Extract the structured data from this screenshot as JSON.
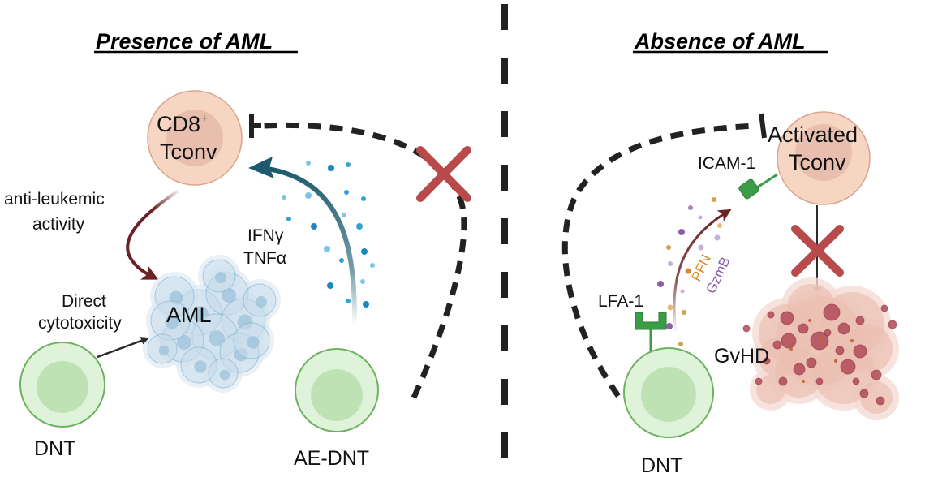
{
  "panels": {
    "left": {
      "title": "Presence of AML",
      "cells": {
        "tconv": {
          "line1": "CD8",
          "sup": "+",
          "line2": "Tconv"
        },
        "aml": "AML",
        "dnt": "DNT",
        "ae_dnt": "AE-DNT"
      },
      "labels": {
        "anti_leukemic_1": "anti-leukemic",
        "anti_leukemic_2": "activity",
        "direct_1": "Direct",
        "direct_2": "cytotoxicity",
        "cytokine_1": "IFNγ",
        "cytokine_2": "TNFα"
      }
    },
    "right": {
      "title": "Absence of AML",
      "cells": {
        "tconv": {
          "line1": "Activated",
          "line2": "Tconv"
        },
        "dnt": "DNT",
        "gvhd": "GvHD"
      },
      "labels": {
        "icam": "ICAM-1",
        "lfa": "LFA-1",
        "pfn": "PFN",
        "gzmb": "GzmB"
      }
    }
  },
  "colors": {
    "tconv_fill": "#f6d5c3",
    "tconv_nucleus": "#e8bfae",
    "tconv_stroke": "#d9a58c",
    "dnt_fill": "#dff3da",
    "dnt_nucleus": "#bfe2b5",
    "dnt_stroke": "#6fb062",
    "inhibit_x": "#b84a4c",
    "cytokine_arrow": "#1d5a6e",
    "kill_arrow": "#6b2226",
    "receptor": "#3d9c47",
    "pfn": "#d4892a",
    "gzmb": "#8f5bab",
    "divider": "#222222"
  }
}
